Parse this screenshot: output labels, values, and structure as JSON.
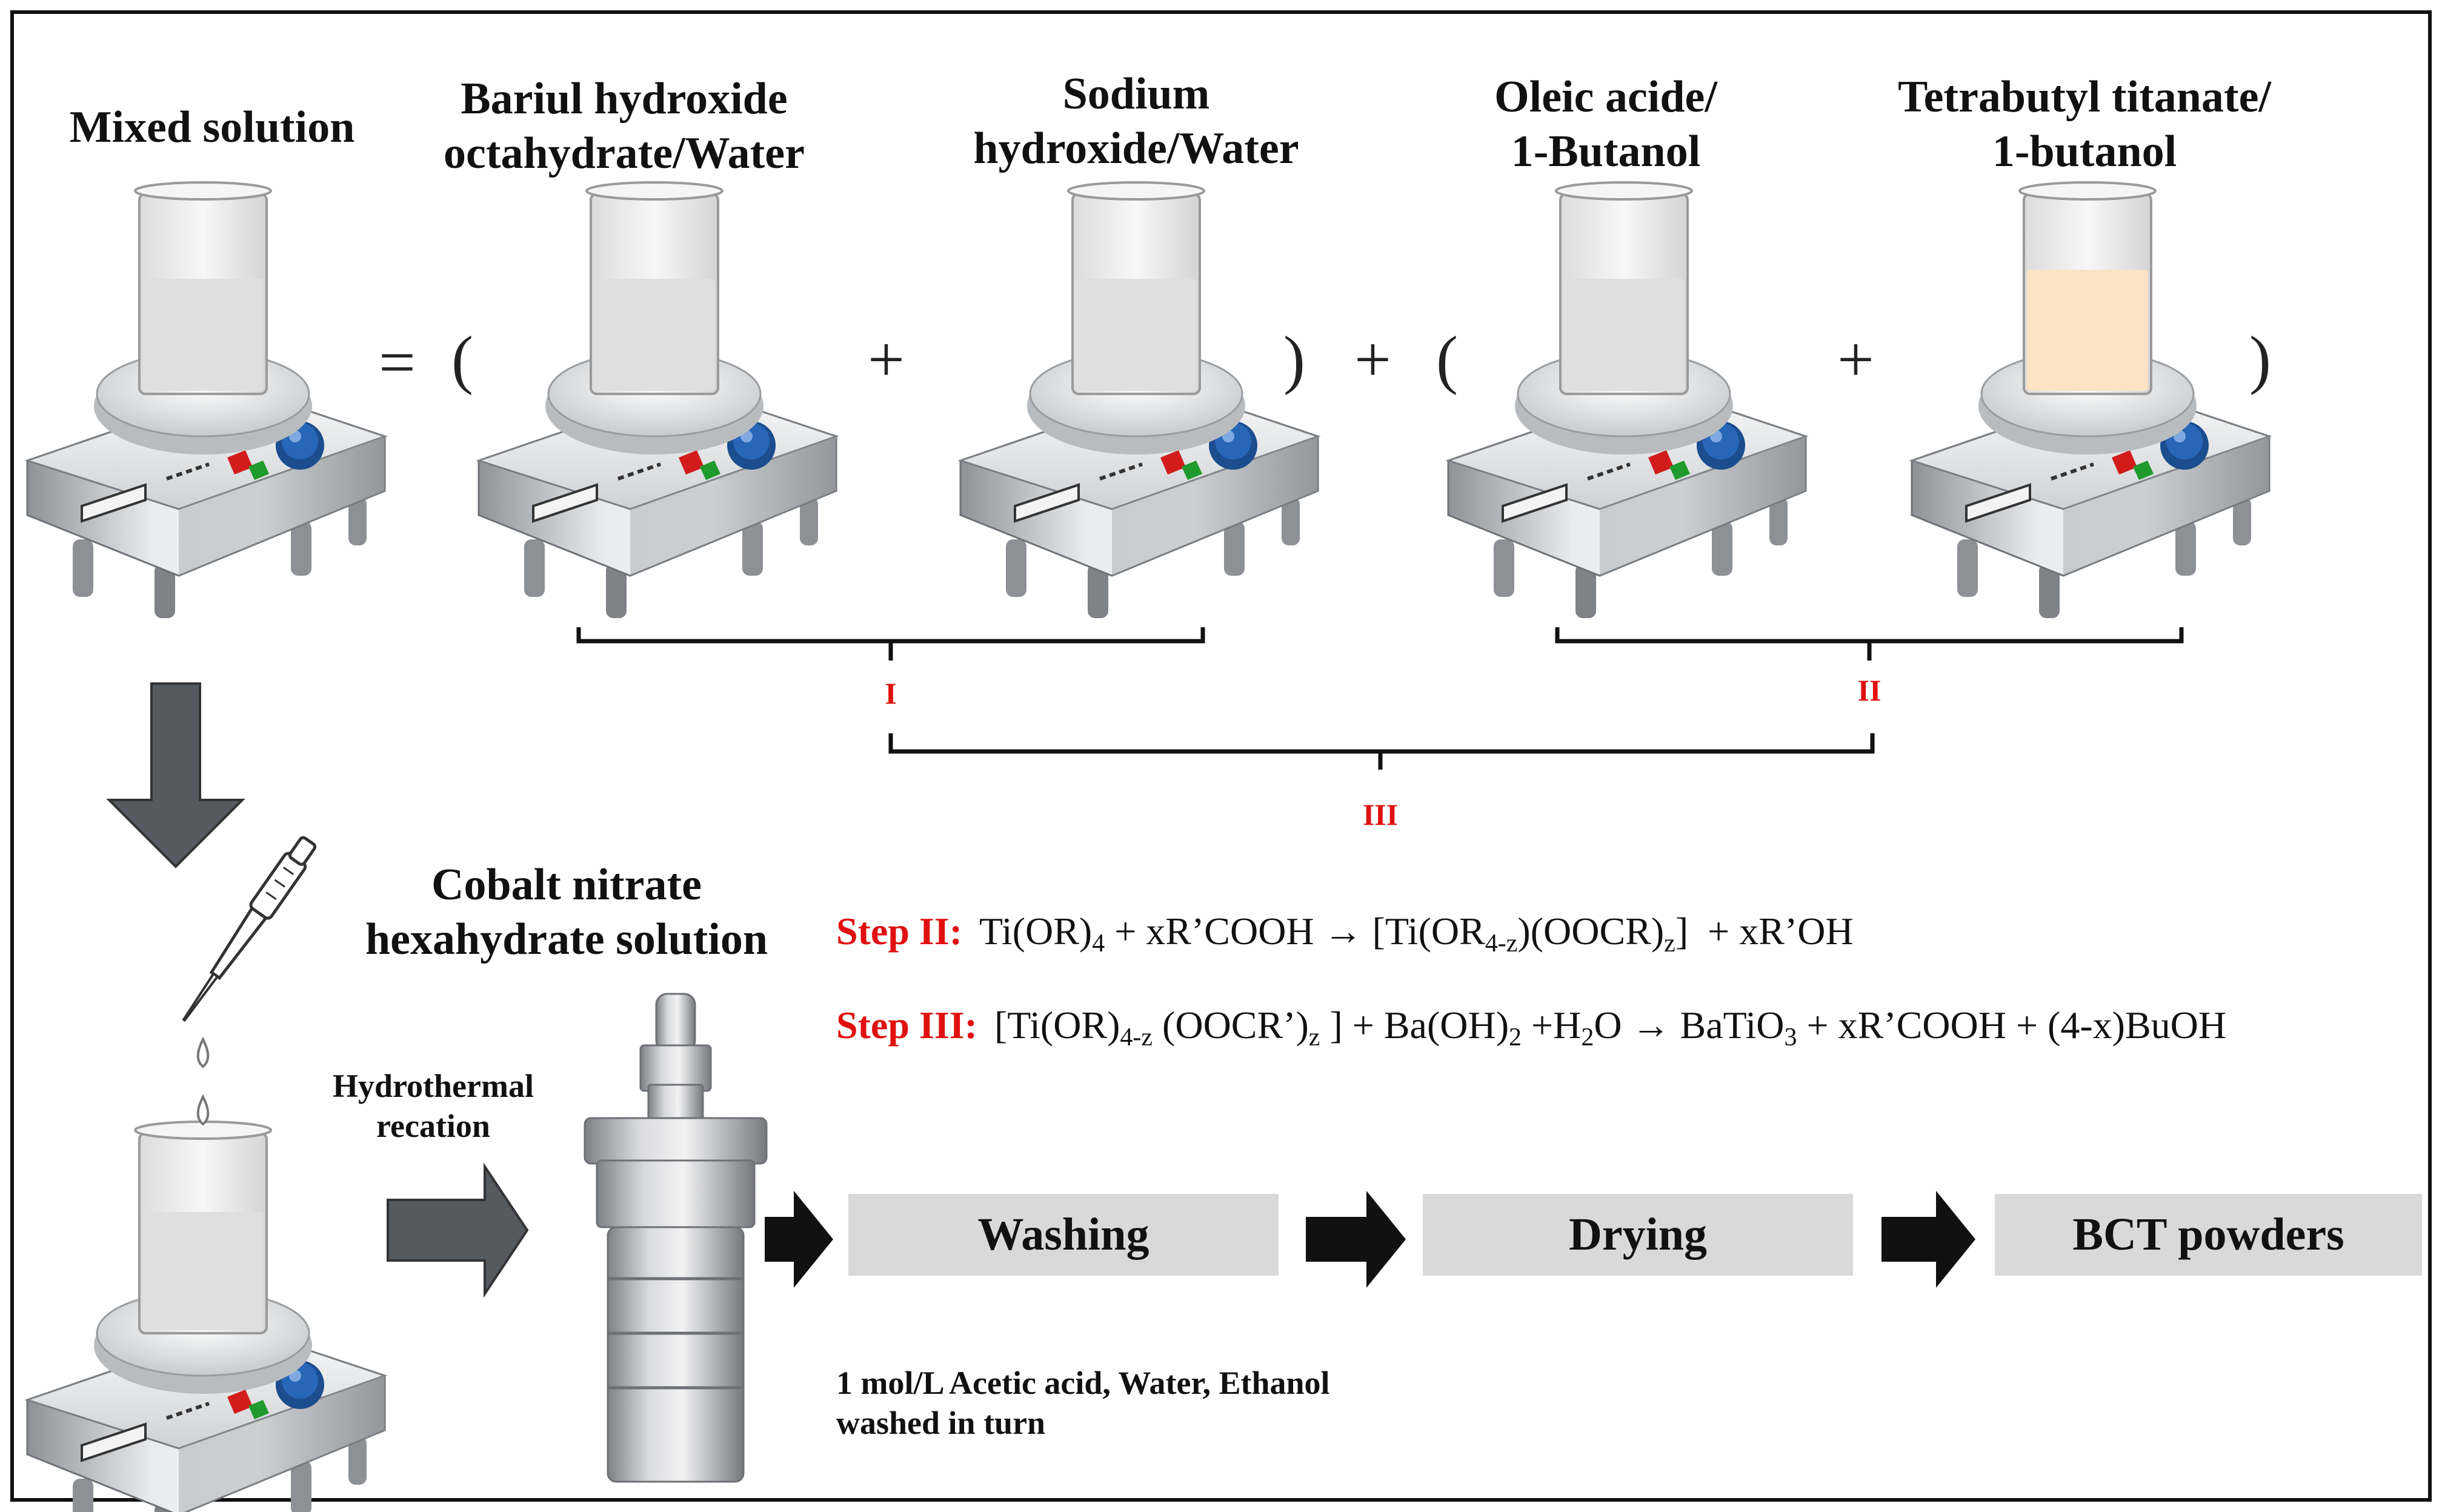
{
  "labels": {
    "mixed_solution": "Mixed solution",
    "barium_line1": "Bariul hydroxide",
    "barium_line2": "octahydrate/Water",
    "sodium_line1": "Sodium",
    "sodium_line2": "hydroxide/Water",
    "oleic_line1": "Oleic acide/",
    "oleic_line2": "1-Butanol",
    "tetrabutyl_line1": "Tetrabutyl titanate/",
    "tetrabutyl_line2": "1-butanol",
    "cobalt_line1": "Cobalt nitrate",
    "cobalt_line2": "hexahydrate solution",
    "hydrothermal_line1": "Hydrothermal",
    "hydrothermal_line2": "recation",
    "wash_note_line1": "1 mol/L Acetic acid, Water, Ethanol",
    "wash_note_line2": "washed in turn"
  },
  "symbols": {
    "equals": "=",
    "open_paren": "(",
    "close_paren": ")",
    "plus": "+"
  },
  "groups": {
    "I": "I",
    "II": "II",
    "III": "III"
  },
  "equations": {
    "step2_label": "Step II:",
    "step3_label": "Step III:",
    "arrow": "→"
  },
  "steps": {
    "washing": "Washing",
    "drying": "Drying",
    "bct": "BCT powders"
  },
  "colors": {
    "accent_red": "#e01010",
    "box_gray": "#d9d9d9",
    "arrow_gray": "#555a60",
    "liquid_beige": "#fbe3c4"
  }
}
